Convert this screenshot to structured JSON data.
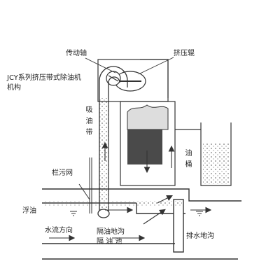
{
  "labels": {
    "drive_shaft": "传动轴",
    "squeeze_roller": "挤压辊",
    "mechanism_title_1": "JCY系列挤压带式除油机",
    "mechanism_title_2": "机构",
    "suction_belt": "吸油带",
    "oil_drum": "油桶",
    "trash_screen": "栏污网",
    "floating_oil": "浮油",
    "flow_direction": "水流方向",
    "separation_trench": "隔油地沟",
    "separation_tank": "隔 油 池",
    "drain_trench": "排水地沟"
  },
  "colors": {
    "line": "#333333",
    "background": "#ffffff"
  },
  "icons": {
    "flow_arrow": "arrow-icon",
    "water_level": "water-level-icon"
  }
}
